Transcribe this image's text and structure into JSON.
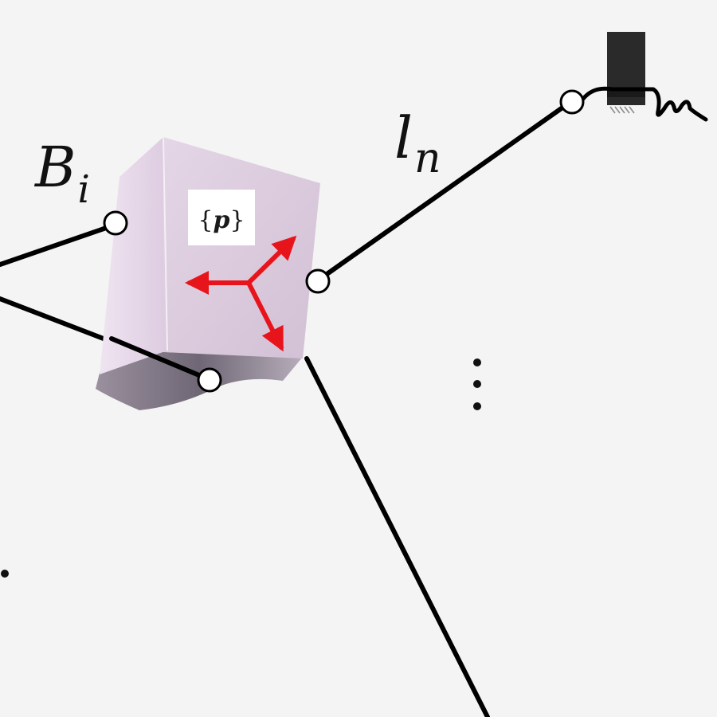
{
  "labels": {
    "body_point_symbol": "B",
    "body_point_subscript": "i",
    "cable_length_symbol": "l",
    "cable_length_subscript": "n",
    "platform_frame_open": "{",
    "platform_frame_symbol": "p",
    "platform_frame_close": "}"
  },
  "colors": {
    "cable": "#000000",
    "axes": "#e8141b",
    "platform_front": "#d9c9d9",
    "platform_side": "#e8dcea",
    "platform_top": "#efe5ef",
    "platform_bottom": "#8a8090",
    "anchor_block": "#2a2a2a",
    "background": "#f4f4f4"
  },
  "icons": {
    "continuation": "vertical-ellipsis",
    "anchor": "pulley-winch-icon"
  }
}
